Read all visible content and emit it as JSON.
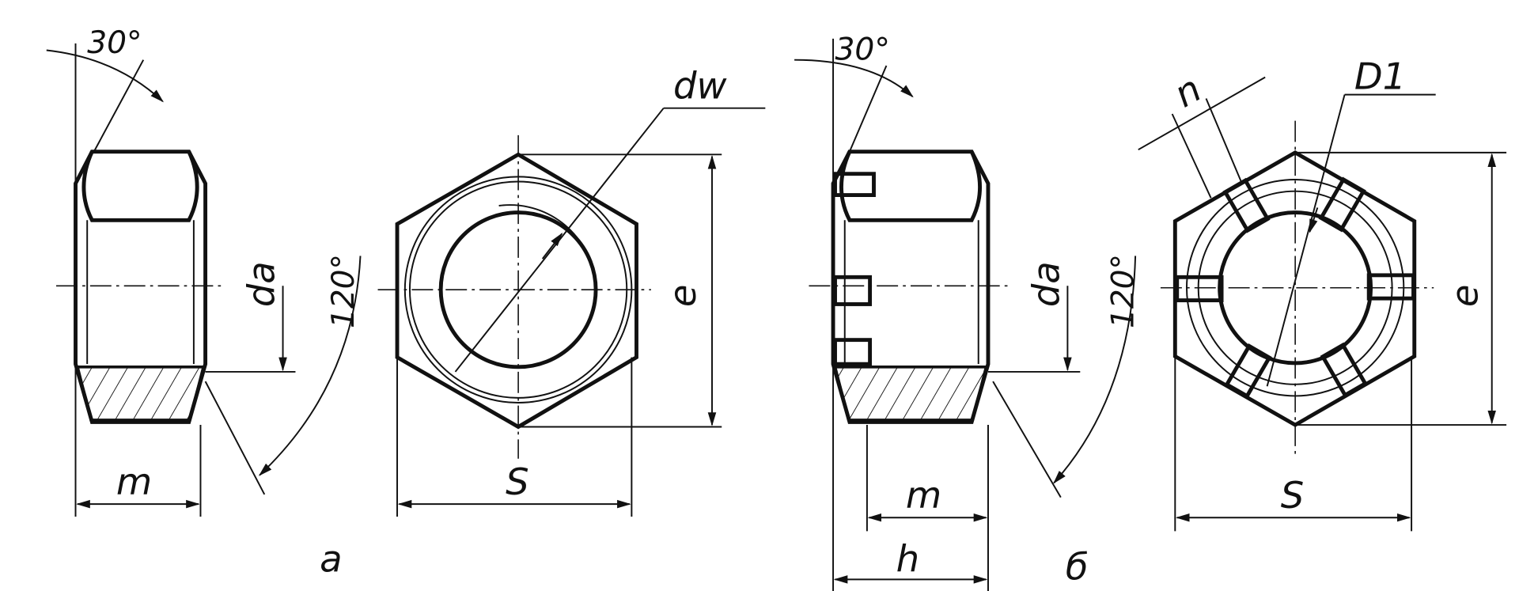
{
  "figure_a": {
    "angle_top": "30°",
    "angle_side": "120°",
    "dim_da": "da",
    "dim_m": "m",
    "dim_dw": "dw",
    "dim_e": "e",
    "dim_s": "S",
    "caption": "a"
  },
  "figure_b": {
    "angle_top": "30°",
    "angle_side": "120°",
    "dim_da": "da",
    "dim_m": "m",
    "dim_h": "h",
    "dim_n": "n",
    "dim_d1": "D1",
    "dim_e": "e",
    "dim_s": "S",
    "caption": "б"
  },
  "colors": {
    "ink": "#111111",
    "paper": "#ffffff"
  }
}
